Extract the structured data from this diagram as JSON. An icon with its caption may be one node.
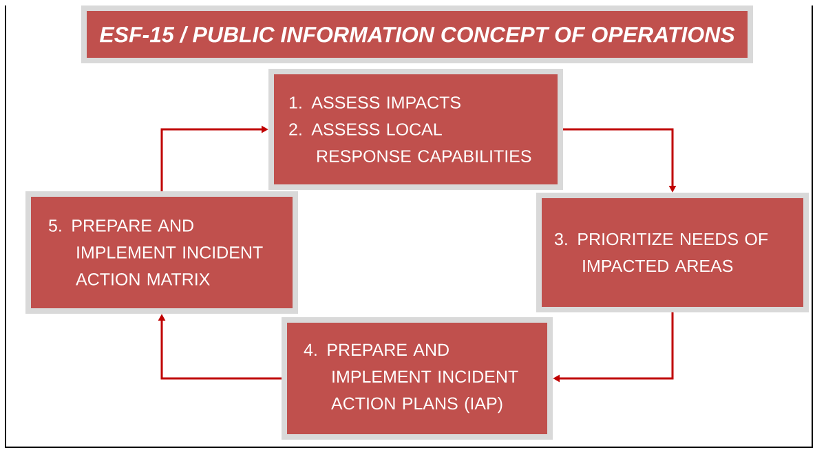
{
  "diagram": {
    "title": "ESF-15 / PUBLIC INFORMATION CONCEPT OF OPERATIONS",
    "nodes": [
      {
        "text": [
          "1. ASSESS IMPACTS",
          "2. ASSESS LOCAL RESPONSE CAPABILITIES"
        ]
      },
      {
        "text": [
          "3. PRIORITIZE NEEDS OF IMPACTED AREAS"
        ]
      },
      {
        "text": [
          "4. PREPARE AND IMPLEMENT INCIDENT ACTION PLANS (IAP)"
        ]
      },
      {
        "text": [
          "5. PREPARE AND IMPLEMENT INCIDENT ACTION MATRIX"
        ]
      }
    ],
    "edges": [
      {
        "from": 0,
        "to": 1,
        "arrow": "to"
      },
      {
        "from": 1,
        "to": 2,
        "arrow": "to"
      },
      {
        "from": 2,
        "to": 3,
        "arrow": "to"
      },
      {
        "from": 3,
        "to": 0,
        "arrow": "to"
      }
    ]
  }
}
